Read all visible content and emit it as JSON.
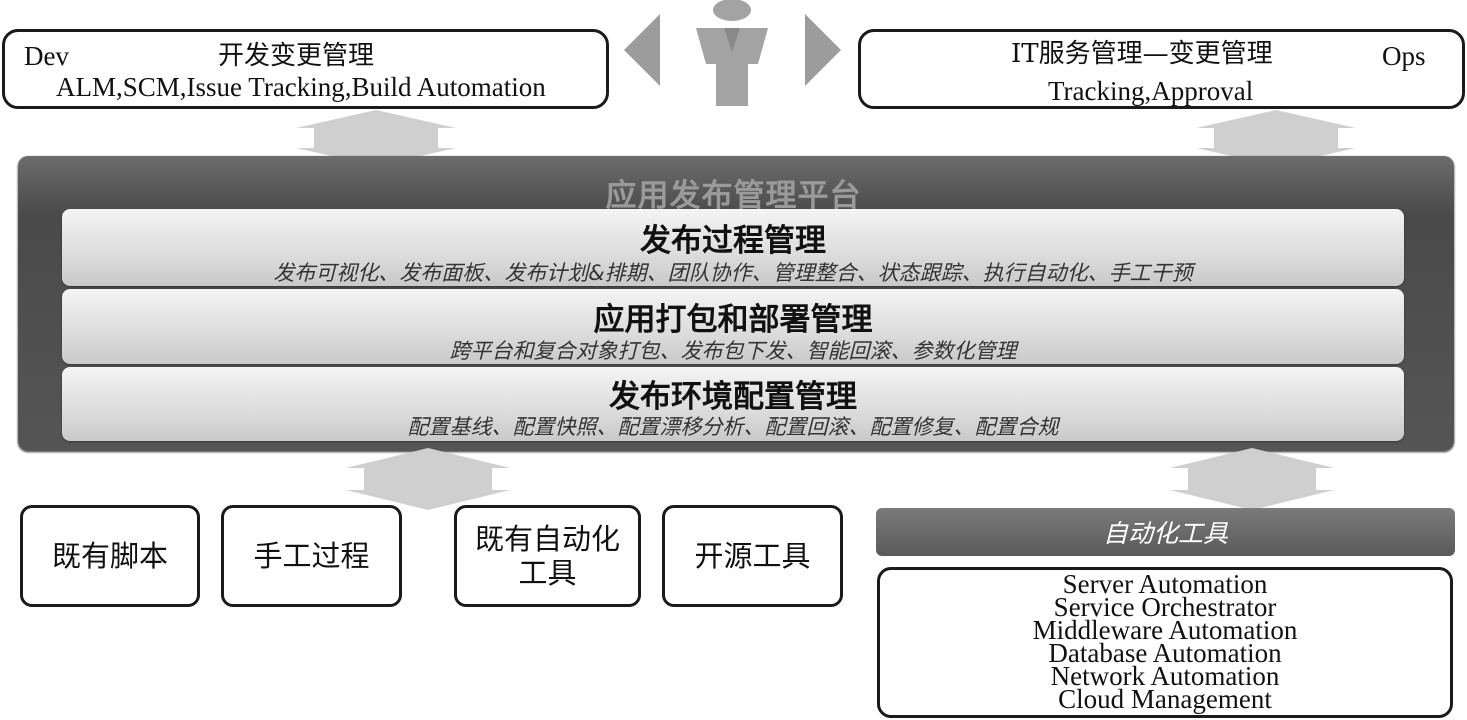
{
  "dev": {
    "tag": "Dev",
    "title": "开发变更管理",
    "subtitle": "ALM,SCM,Issue Tracking,Build Automation"
  },
  "ops": {
    "title": "IT服务管理—变更管理",
    "tag": "Ops",
    "subtitle": "Tracking,Approval"
  },
  "platform": {
    "title": "应用发布管理平台",
    "layers": [
      {
        "title": "发布过程管理",
        "desc": "发布可视化、发布面板、发布计划&排期、团队协作、管理整合、状态跟踪、执行自动化、手工干预"
      },
      {
        "title": "应用打包和部署管理",
        "desc": "跨平台和复合对象打包、发布包下发、智能回滚、参数化管理"
      },
      {
        "title": "发布环境配置管理",
        "desc": "配置基线、配置快照、配置漂移分析、配置回滚、配置修复、配置合规"
      }
    ]
  },
  "tools": {
    "existing_scripts": "既有脚本",
    "manual_process": "手工过程",
    "existing_automation_line1": "既有自动化",
    "existing_automation_line2": "工具",
    "open_source": "开源工具"
  },
  "automation": {
    "header": "自动化工具",
    "items": [
      "Server Automation",
      "Service Orchestrator",
      "Middleware Automation",
      "Database Automation",
      "Network Automation",
      "Cloud Management"
    ]
  },
  "colors": {
    "platform_bg": "#555555",
    "layer_bg": "#dcdcdc",
    "arrow": "#cfcfcf",
    "border": "#1a1a1a"
  },
  "icons": [
    "person-icon",
    "left-arrow-icon",
    "right-arrow-icon",
    "double-arrow-icon"
  ]
}
